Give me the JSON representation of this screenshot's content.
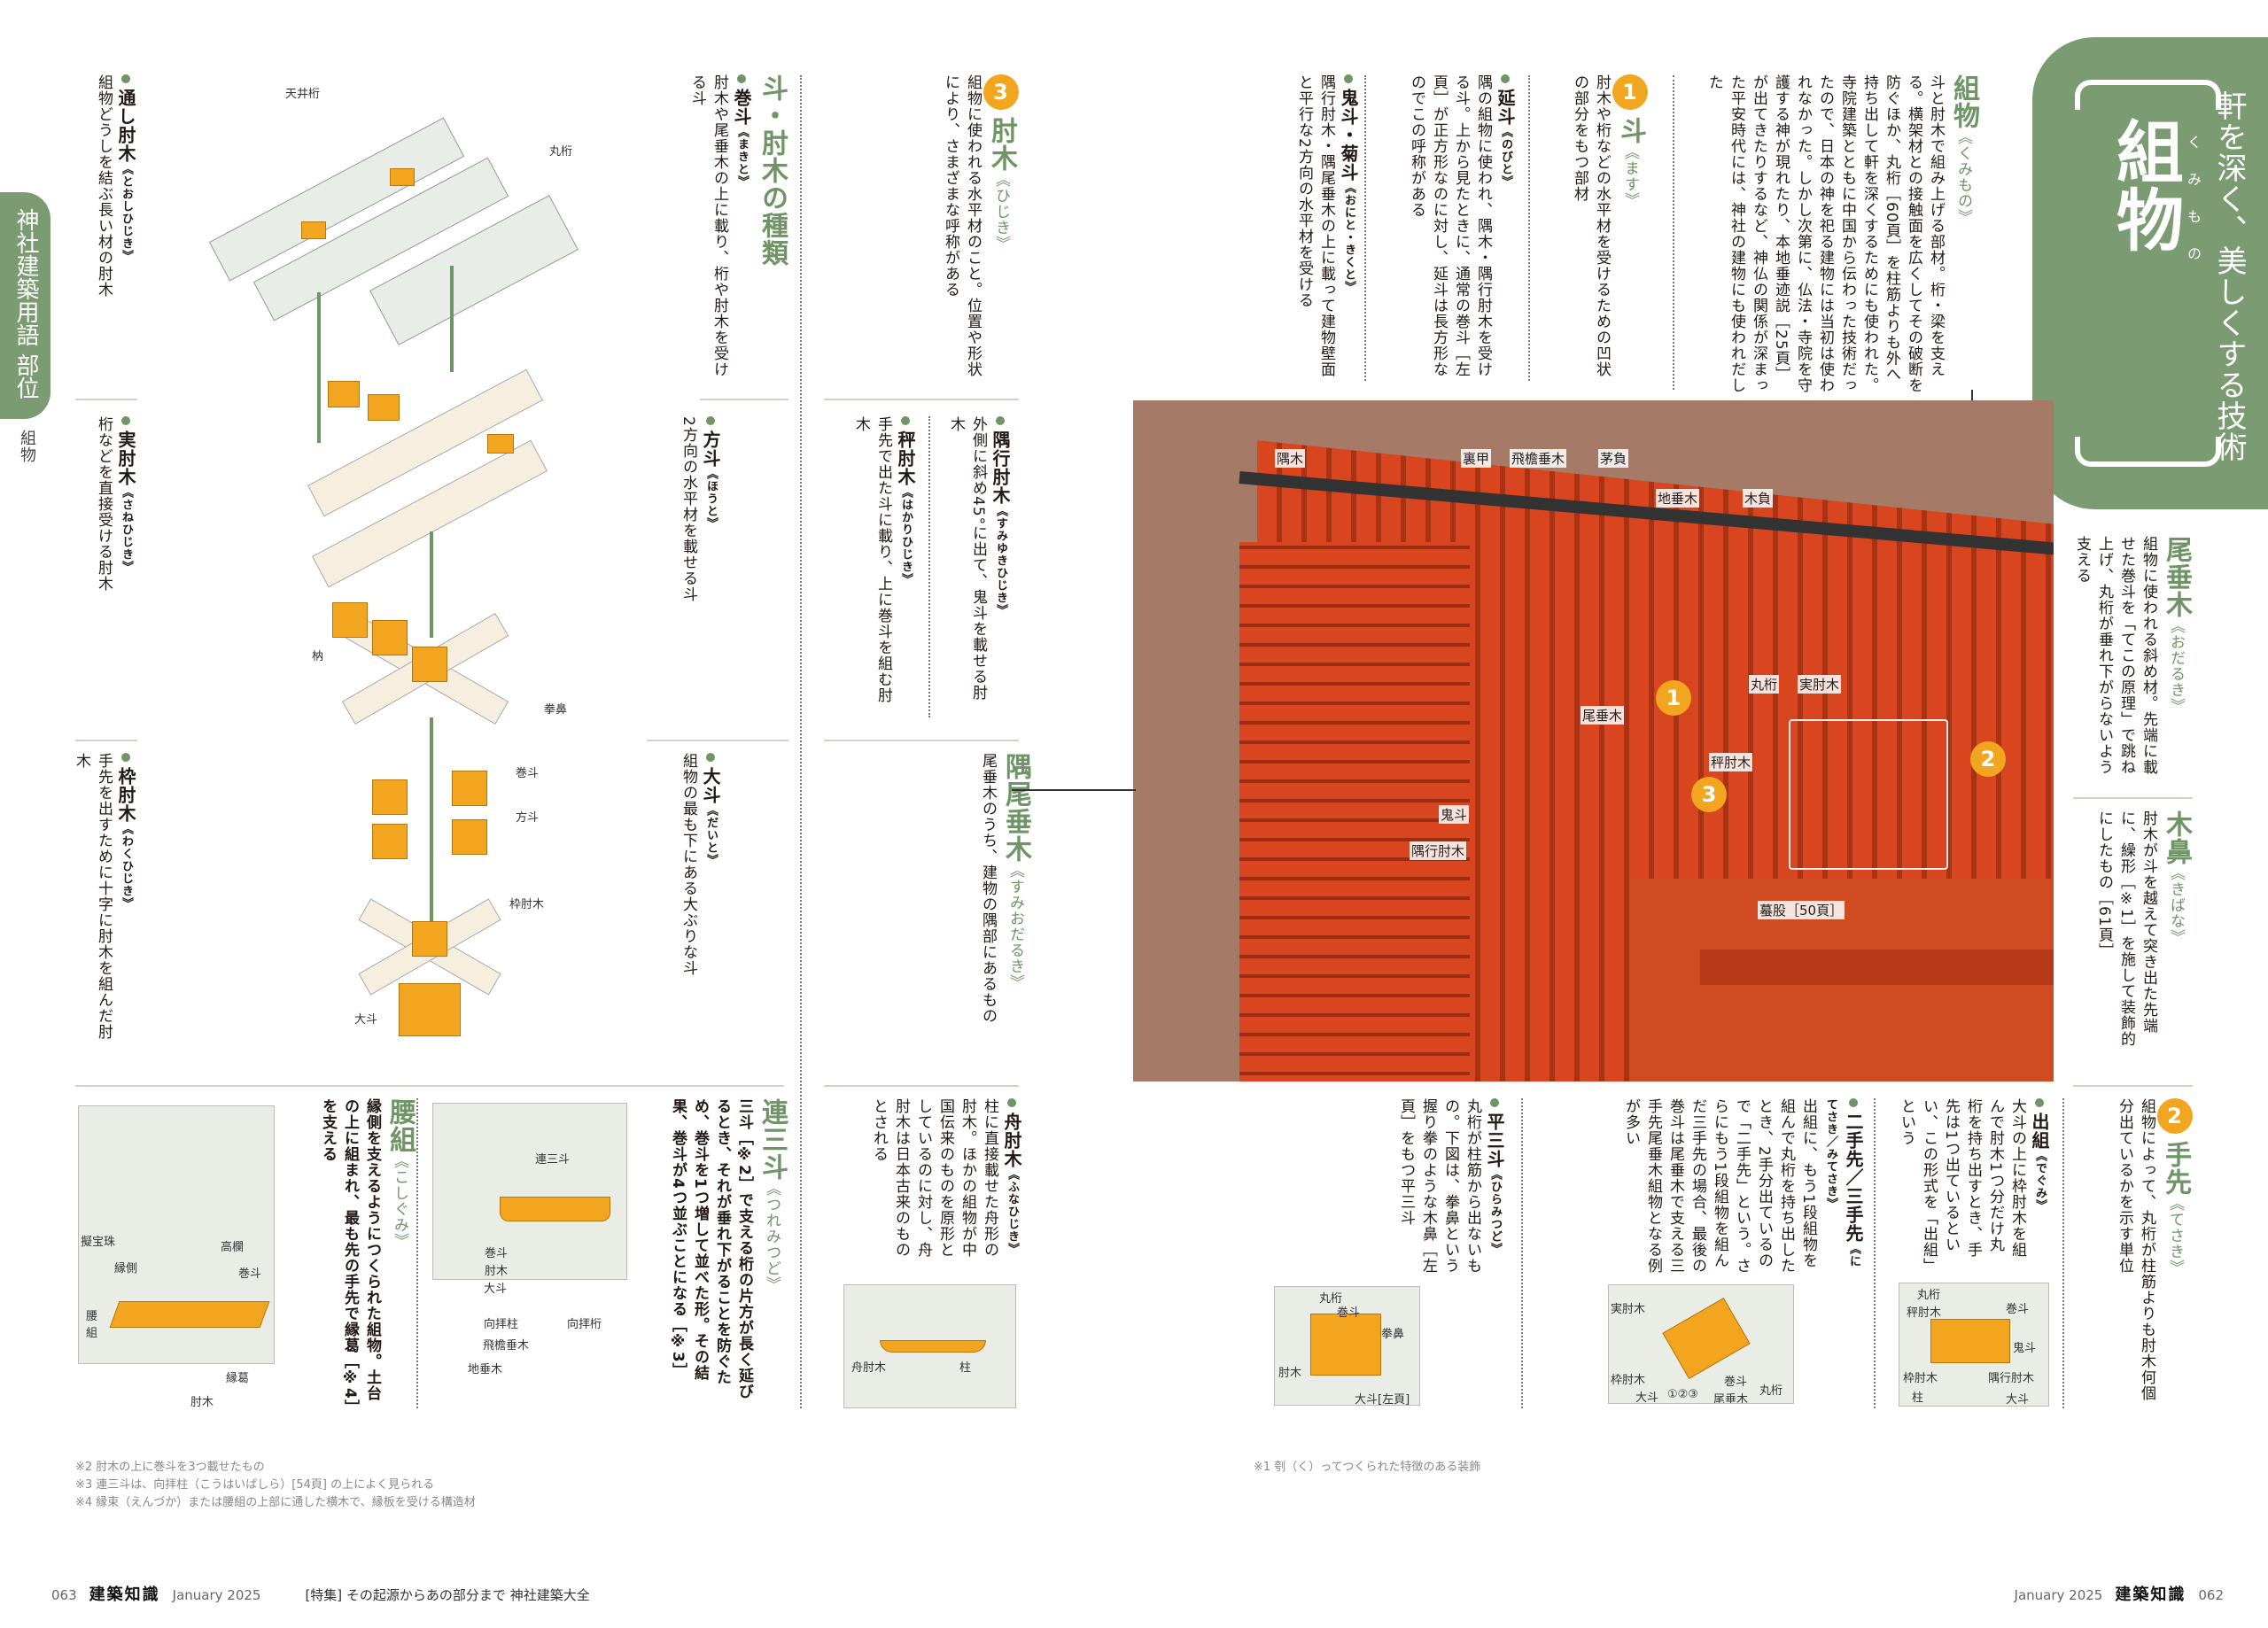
{
  "side_tab": {
    "label": "神社建築用語 部位編",
    "sub": "組物"
  },
  "title_tab": {
    "title": "組物",
    "ruby": "くみもの",
    "subtitle": "軒を深く、美しくする技術"
  },
  "kumimono": {
    "term": "組物",
    "reading": "《くみもの》",
    "body": "斗と肘木で組み上げる部材。桁・梁を支える。横架材との接触面を広くしてその破断を防ぐほか、丸桁［60頁］を柱筋よりも外へ持ち出して軒を深くするためにも使われた。寺院建築とともに中国から伝わった技術だったので、日本の神を祀る建物には当初は使われなかった。しかし次第に、仏法・寺院を守護する神が現れたり、本地垂迹説［25頁］が出てきたりするなど、神仏の関係が深まった平安時代には、神社の建物にも使われだした"
  },
  "masu": {
    "num": "1",
    "term": "斗",
    "reading": "《ます》",
    "body": "肘木や桁などの水平材を受けるための凹状の部分をもつ部材"
  },
  "nobito": {
    "term": "延斗",
    "reading": "《のびと》",
    "body": "隅の組物に使われ、隅木・隅行肘木を受ける斗。上から見たときに、通常の巻斗［左頁］が正方形なのに対し、延斗は長方形なのでこの呼称がある"
  },
  "onito": {
    "term": "鬼斗・菊斗",
    "reading": "《おにと・きくと》",
    "body": "隅行肘木・隅尾垂木の上に載って建物壁面と平行な2方向の水平材を受ける"
  },
  "odaruki": {
    "term": "尾垂木",
    "reading": "《おだるき》",
    "body": "組物に使われる斜め材。先端に載せた巻斗を「てこの原理」で跳ね上げ、丸桁が垂れ下がらないよう支える"
  },
  "kibana": {
    "term": "木鼻",
    "reading": "《きばな》",
    "body": "肘木が斗を越えて突き出た先端に、繰形［※1］を施して装飾的にしたもの［61頁］"
  },
  "tesaki": {
    "num": "2",
    "term": "手先",
    "reading": "《てさき》",
    "body": "組物によって、丸桁が柱筋よりも肘木何個分出ているかを示す単位"
  },
  "degumi": {
    "term": "出組",
    "reading": "《でぐみ》",
    "body": "大斗の上に枠肘木を組んで肘木1つ分だけ丸桁を持ち出すとき、手先は1つ出ているといい、この形式を「出組」という",
    "labels": [
      "丸桁",
      "巻斗",
      "秤肘木",
      "鬼斗",
      "枠肘木",
      "隅行肘木",
      "柱",
      "大斗"
    ]
  },
  "nitesaki": {
    "term": "二手先／三手先",
    "reading": "《にてさき／みてさき》",
    "body": "出組に、もう1段組物を組んで丸桁を持ち出したとき、2手分出ているので「二手先」という。さらにもう1段組物を組んだ三手先の場合、最後の巻斗は尾垂木で支える三手先尾垂木組物となる例が多い",
    "labels": [
      "実肘木",
      "枠肘木",
      "大斗",
      "①②③",
      "尾垂木",
      "巻斗",
      "丸桁"
    ]
  },
  "hiramitsudo": {
    "term": "平三斗",
    "reading": "《ひらみつど》",
    "body": "丸桁が柱筋から出ないもの。下図は、拳鼻という握り拳のような木鼻［左頁］をもつ平三斗",
    "labels": [
      "丸桁",
      "巻斗",
      "拳鼻",
      "肘木",
      "大斗[左頁]"
    ]
  },
  "photo_labels": [
    "隅木",
    "裏甲",
    "飛檐垂木",
    "茅負",
    "地垂木",
    "木負",
    "丸桁",
    "実肘木",
    "尾垂木",
    "秤肘木",
    "鬼斗",
    "隅行肘木",
    "蟇股［50頁］"
  ],
  "photo_badges": [
    "1",
    "2",
    "3"
  ],
  "hijiki": {
    "num": "3",
    "term": "肘木",
    "reading": "《ひじき》",
    "body": "組物に使われる水平材のこと。位置や形状により、さまざまな呼称がある"
  },
  "sumiyuki": {
    "term": "隅行肘木",
    "reading": "《すみゆきひじき》",
    "body": "外側に斜め45°に出て、鬼斗を載せる肘木"
  },
  "hakari": {
    "term": "秤肘木",
    "reading": "《はかりひじき》",
    "body": "手先で出た斗に載り、上に巻斗を組む肘木"
  },
  "sumiodaruki": {
    "term": "隅尾垂木",
    "reading": "《すみおだるき》",
    "body": "尾垂木のうち、建物の隅部にあるもの"
  },
  "funahijiki": {
    "term": "舟肘木",
    "reading": "《ふなひじき》",
    "body": "柱に直接載せた舟形の肘木。ほかの組物が中国伝来のものを原形としているのに対し、舟肘木は日本古来のものとされる",
    "labels": [
      "舟肘木",
      "柱"
    ]
  },
  "types": {
    "title": "斗・肘木の種類"
  },
  "makito": {
    "term": "巻斗",
    "reading": "《まきと》",
    "body": "肘木や尾垂木の上に載り、桁や肘木を受ける斗"
  },
  "hoto": {
    "term": "方斗",
    "reading": "《ほうと》",
    "body": "2方向の水平材を載せる斗"
  },
  "daito": {
    "term": "大斗",
    "reading": "《だいと》",
    "body": "組物の最も下にある大ぶりな斗"
  },
  "toshi": {
    "term": "通し肘木",
    "reading": "《とおしひじき》",
    "body": "組物どうしを結ぶ長い材の肘木"
  },
  "sane": {
    "term": "実肘木",
    "reading": "《さねひじき》",
    "body": "桁などを直接受ける肘木"
  },
  "waku": {
    "term": "枠肘木",
    "reading": "《わくひじき》",
    "body": "手先を出すために十字に肘木を組んだ肘木"
  },
  "diagram_labels": [
    "天井桁",
    "丸桁",
    "枘",
    "拳鼻",
    "巻斗",
    "方斗",
    "枠肘木",
    "大斗"
  ],
  "tsuremitsudo": {
    "term": "連三斗",
    "reading": "《つれみつど》",
    "body": "三斗［※2］で支える桁の片方が長く延びるとき、それが垂れ下がることを防ぐため、巻斗を1つ増して並べた形。その結果、巻斗が4つ並ぶことになる［※3］",
    "labels": [
      "連三斗",
      "巻斗",
      "肘木",
      "大斗",
      "向拝柱",
      "向拝桁",
      "飛檐垂木",
      "地垂木"
    ]
  },
  "koshigumi": {
    "term": "腰組",
    "reading": "《こしぐみ》",
    "body": "縁側を支えるようにつくられた組物。土台の上に組まれ、最も先の手先で縁葛［※4］を支える",
    "labels": [
      "擬宝珠",
      "縁側",
      "腰組",
      "高欄",
      "巻斗",
      "縁葛",
      "肘木"
    ]
  },
  "footnotes_left": [
    "※2 肘木の上に巻斗を3つ載せたもの",
    "※3 連三斗は、向拝柱（こうはいばしら）[54頁] の上によく見られる",
    "※4 縁束（えんづか）または腰組の上部に通した横木で、縁板を受ける構造材"
  ],
  "footnotes_right": [
    "※1 刳（く）ってつくられた特徴のある装飾"
  ],
  "footer_left": {
    "page": "063",
    "magazine": "建築知識",
    "date": "January 2025",
    "feature": "[特集] その起源からあの部分まで 神社建築大全"
  },
  "footer_right": {
    "page": "062",
    "magazine": "建築知識",
    "date": "January 2025"
  },
  "colors": {
    "accent_green": "#7b9b72",
    "badge_orange": "#f2a51f",
    "photo_red": "#d9451e"
  }
}
